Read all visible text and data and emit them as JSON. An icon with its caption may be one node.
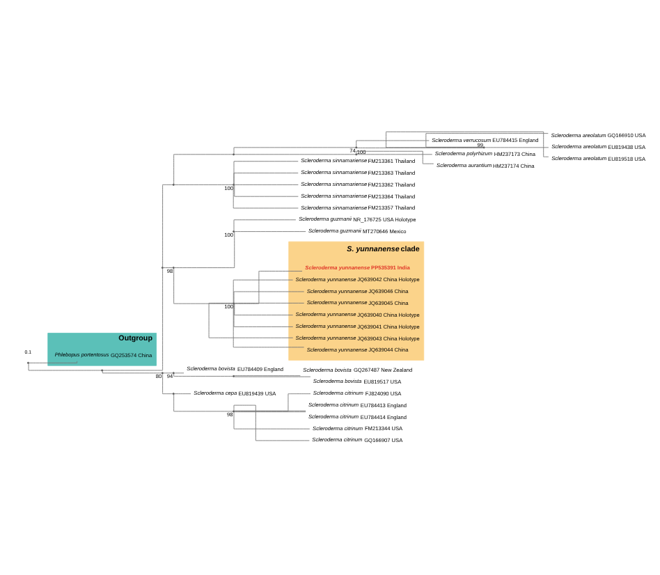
{
  "diagram": {
    "nodes": [
      {
        "text": [
          "*Scleroderma areolatum* GQ166910 USA"
        ]
      },
      {
        "text": [
          "*Scleroderma areolatum* EU819438 USA"
        ]
      },
      {
        "text": [
          "*Scleroderma areolatum* EU819518 USA"
        ]
      },
      {
        "text": [
          "*Scleroderma verrucosum* EU784415 England"
        ]
      },
      {
        "text": [
          "*Scleroderma polyrhizum* HM237173 China"
        ]
      },
      {
        "text": [
          "*Scleroderma aurantium* HM237174 China"
        ]
      },
      {
        "text": [
          "*Scleroderma sinnamariense* FM213361 Thailand"
        ]
      },
      {
        "text": [
          "*Scleroderma sinnamariense* FM213363 Thailand"
        ]
      },
      {
        "text": [
          "*Scleroderma sinnamariense* FM213362 Thailand"
        ]
      },
      {
        "text": [
          "*Scleroderma sinnamariense* FM213364 Thailand"
        ]
      },
      {
        "text": [
          "*Scleroderma sinnamariense* FM213357 Thailand"
        ]
      },
      {
        "text": [
          "*Scleroderma guzmanii* NR_176725 USA Holotype"
        ]
      },
      {
        "text": [
          "*Scleroderma guzmanii* MT270646 Mexico"
        ]
      },
      {
        "text": [
          "*S. yunnanense* clade"
        ]
      },
      {
        "text": [
          "*Scleroderma yunnanense* PP535391 India"
        ],
        "in": 13
      },
      {
        "text": [
          "*Scleroderma yunnanense* JQ639042 China Holotype"
        ],
        "in": 13
      },
      {
        "text": [
          "*Scleroderma yunnanense* JQ639046 China"
        ],
        "in": 13
      },
      {
        "text": [
          "*Scleroderma yunnanense* JQ639045 China"
        ],
        "in": 13
      },
      {
        "text": [
          "*Scleroderma yunnanense* JQ639040 China Holotype"
        ],
        "in": 13
      },
      {
        "text": [
          "*Scleroderma yunnanense* JQ639041 China Holotype"
        ],
        "in": 13
      },
      {
        "text": [
          "*Scleroderma yunnanense* JQ639043 China Holotype"
        ],
        "in": 13
      },
      {
        "text": [
          "*Scleroderma yunnanense* JQ639044 China"
        ],
        "in": 13
      },
      {
        "text": [
          "*Scleroderma bovista* GQ267487 New Zealand"
        ]
      },
      {
        "text": [
          "*Scleroderma bovista* EU819517 USA"
        ]
      },
      {
        "text": [
          "*Scleroderma bovista* EU784409 England"
        ]
      },
      {
        "text": [
          "*Scleroderma citrinum* FJ824090 USA"
        ]
      },
      {
        "text": [
          "*Scleroderma citrinum* EU784413 England"
        ]
      },
      {
        "text": [
          "*Scleroderma citrinum* EU784414 England"
        ]
      },
      {
        "text": [
          "*Scleroderma citrinum* FM213344 USA"
        ]
      },
      {
        "text": [
          "*Scleroderma citrinum* GQ166907 USA"
        ]
      },
      {
        "text": [
          "*Scleroderma cepa* EU819439 USA"
        ]
      },
      {
        "text": [
          "Outgroup"
        ]
      },
      {
        "text": [
          "*Phlebopus portentosus* GQ253574 China"
        ],
        "in": 31
      },
      {
        "text": [],
        "shape": "point"
      },
      {
        "text": [],
        "shape": "point"
      },
      {
        "text": [],
        "shape": "point"
      },
      {
        "text": [],
        "shape": "point"
      },
      {
        "text": [],
        "shape": "point"
      },
      {
        "text": [],
        "shape": "point",
        "beside": [
          "74"
        ]
      },
      {
        "text": [],
        "shape": "point",
        "beside": [
          "99"
        ]
      },
      {
        "text": [],
        "shape": "point",
        "beside": [
          "100"
        ]
      },
      {
        "text": [],
        "shape": "point",
        "beside": [
          "100"
        ]
      },
      {
        "text": [],
        "shape": "point",
        "beside": [
          "98"
        ]
      },
      {
        "text": [],
        "shape": "point",
        "beside": [
          "100"
        ]
      },
      {
        "text": [],
        "shape": "point",
        "beside": [
          "100"
        ]
      },
      {
        "text": [],
        "shape": "point",
        "beside": [
          "80"
        ]
      },
      {
        "text": [],
        "shape": "point",
        "beside": [
          "94"
        ]
      },
      {
        "text": [],
        "shape": "point"
      },
      {
        "text": [],
        "shape": "point"
      },
      {
        "text": [],
        "shape": "point",
        "beside": [
          "98"
        ]
      }
    ],
    "edges": [
      {
        "from": 33,
        "to": 34,
        "arrow": "none"
      },
      {
        "from": 33,
        "to": 32,
        "arrow": "none"
      },
      {
        "from": 34,
        "to": 35,
        "arrow": "none"
      },
      {
        "from": 34,
        "to": 45,
        "arrow": "none"
      },
      {
        "from": 35,
        "to": 36,
        "arrow": "none"
      },
      {
        "from": 35,
        "to": 42,
        "arrow": "none"
      },
      {
        "from": 36,
        "to": 37,
        "arrow": "none"
      },
      {
        "from": 36,
        "to": 41,
        "arrow": "none"
      },
      {
        "from": 37,
        "to": 38,
        "arrow": "none"
      },
      {
        "from": 37,
        "to": 40,
        "arrow": "none"
      },
      {
        "from": 38,
        "to": 39,
        "arrow": "none"
      },
      {
        "from": 38,
        "to": 3,
        "arrow": "none"
      },
      {
        "from": 39,
        "to": 0,
        "arrow": "none"
      },
      {
        "from": 39,
        "to": 1,
        "arrow": "none"
      },
      {
        "from": 39,
        "to": 2,
        "arrow": "none"
      },
      {
        "from": 40,
        "to": 4,
        "arrow": "none"
      },
      {
        "from": 40,
        "to": 5,
        "arrow": "none"
      },
      {
        "from": 41,
        "to": 6,
        "arrow": "none"
      },
      {
        "from": 41,
        "to": 7,
        "arrow": "none"
      },
      {
        "from": 41,
        "to": 8,
        "arrow": "none"
      },
      {
        "from": 41,
        "to": 9,
        "arrow": "none"
      },
      {
        "from": 41,
        "to": 10,
        "arrow": "none"
      },
      {
        "from": 42,
        "to": 43,
        "arrow": "none"
      },
      {
        "from": 42,
        "to": 44,
        "arrow": "none"
      },
      {
        "from": 43,
        "to": 11,
        "arrow": "none"
      },
      {
        "from": 43,
        "to": 12,
        "arrow": "none"
      },
      {
        "from": 44,
        "to": 14,
        "arrow": "none"
      },
      {
        "from": 44,
        "to": 15,
        "arrow": "none"
      },
      {
        "from": 44,
        "to": 16,
        "arrow": "none"
      },
      {
        "from": 44,
        "to": 17,
        "arrow": "none"
      },
      {
        "from": 44,
        "to": 18,
        "arrow": "none"
      },
      {
        "from": 44,
        "to": 19,
        "arrow": "none"
      },
      {
        "from": 44,
        "to": 20,
        "arrow": "none"
      },
      {
        "from": 44,
        "to": 21,
        "arrow": "none"
      },
      {
        "from": 45,
        "to": 46,
        "arrow": "none"
      },
      {
        "from": 45,
        "to": 48,
        "arrow": "none"
      },
      {
        "from": 46,
        "to": 47,
        "arrow": "none"
      },
      {
        "from": 46,
        "to": 24,
        "arrow": "none"
      },
      {
        "from": 47,
        "to": 22,
        "arrow": "none"
      },
      {
        "from": 47,
        "to": 23,
        "arrow": "none"
      },
      {
        "from": 48,
        "to": 49,
        "arrow": "none"
      },
      {
        "from": 48,
        "to": 30,
        "arrow": "none"
      },
      {
        "from": 49,
        "to": 25,
        "arrow": "none"
      },
      {
        "from": 49,
        "to": 26,
        "arrow": "none"
      },
      {
        "from": 49,
        "to": 27,
        "arrow": "none"
      },
      {
        "from": 49,
        "to": 28,
        "arrow": "none"
      },
      {
        "from": 49,
        "to": 29,
        "arrow": "none"
      }
    ],
    "labels": [
      "0.1"
    ]
  }
}
